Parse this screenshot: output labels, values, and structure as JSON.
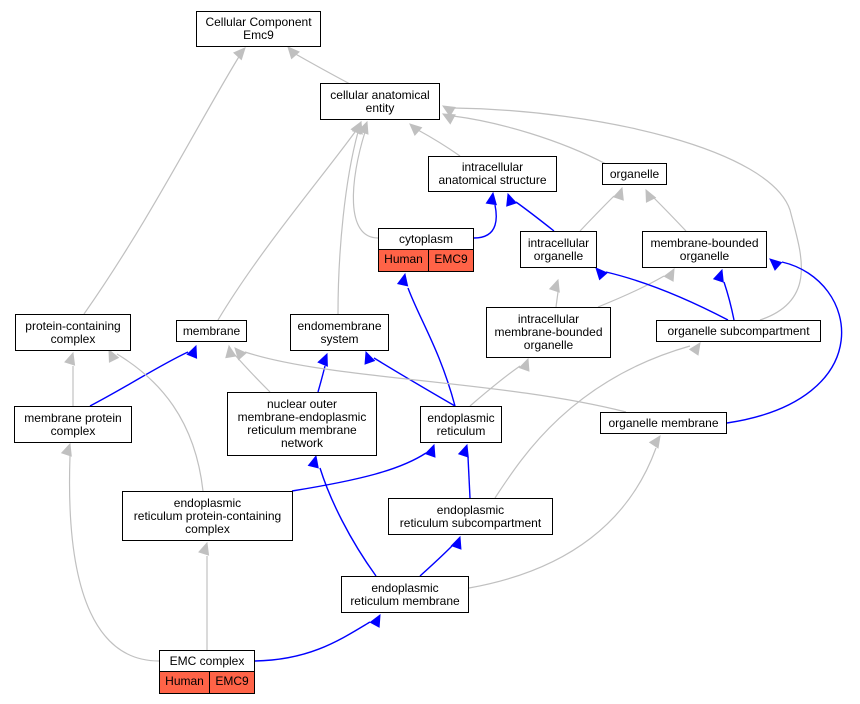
{
  "colors": {
    "is_a": "#c0c0c0",
    "part_of": "#0000ff",
    "tag": "#ff6347"
  },
  "nodes": [
    {
      "id": "root",
      "label": "Cellular Component\nEmc9"
    },
    {
      "id": "cae",
      "label": "cellular anatomical\nentity"
    },
    {
      "id": "ias",
      "label": "intracellular\nanatomical structure"
    },
    {
      "id": "organelle",
      "label": "organelle"
    },
    {
      "id": "cytoplasm",
      "label": "cytoplasm",
      "tags": [
        "Human",
        "EMC9"
      ]
    },
    {
      "id": "io",
      "label": "intracellular\norganelle"
    },
    {
      "id": "mbo",
      "label": "membrane-bounded\norganelle"
    },
    {
      "id": "pcc",
      "label": "protein-containing\ncomplex"
    },
    {
      "id": "membrane",
      "label": "membrane"
    },
    {
      "id": "endo",
      "label": "endomembrane\nsystem"
    },
    {
      "id": "imbo",
      "label": "intracellular\nmembrane-bounded\norganelle"
    },
    {
      "id": "osc",
      "label": "organelle subcompartment"
    },
    {
      "id": "mpc",
      "label": "membrane protein\ncomplex"
    },
    {
      "id": "nom",
      "label": "nuclear outer\nmembrane-endoplasmic\nreticulum membrane\nnetwork"
    },
    {
      "id": "er",
      "label": "endoplasmic\nreticulum"
    },
    {
      "id": "om",
      "label": "organelle membrane"
    },
    {
      "id": "erpcc",
      "label": "endoplasmic\nreticulum protein-containing\ncomplex"
    },
    {
      "id": "ersc",
      "label": "endoplasmic\nreticulum subcompartment"
    },
    {
      "id": "erm",
      "label": "endoplasmic\nreticulum membrane"
    },
    {
      "id": "emc",
      "label": "EMC complex",
      "tags": [
        "Human",
        "EMC9"
      ]
    }
  ]
}
